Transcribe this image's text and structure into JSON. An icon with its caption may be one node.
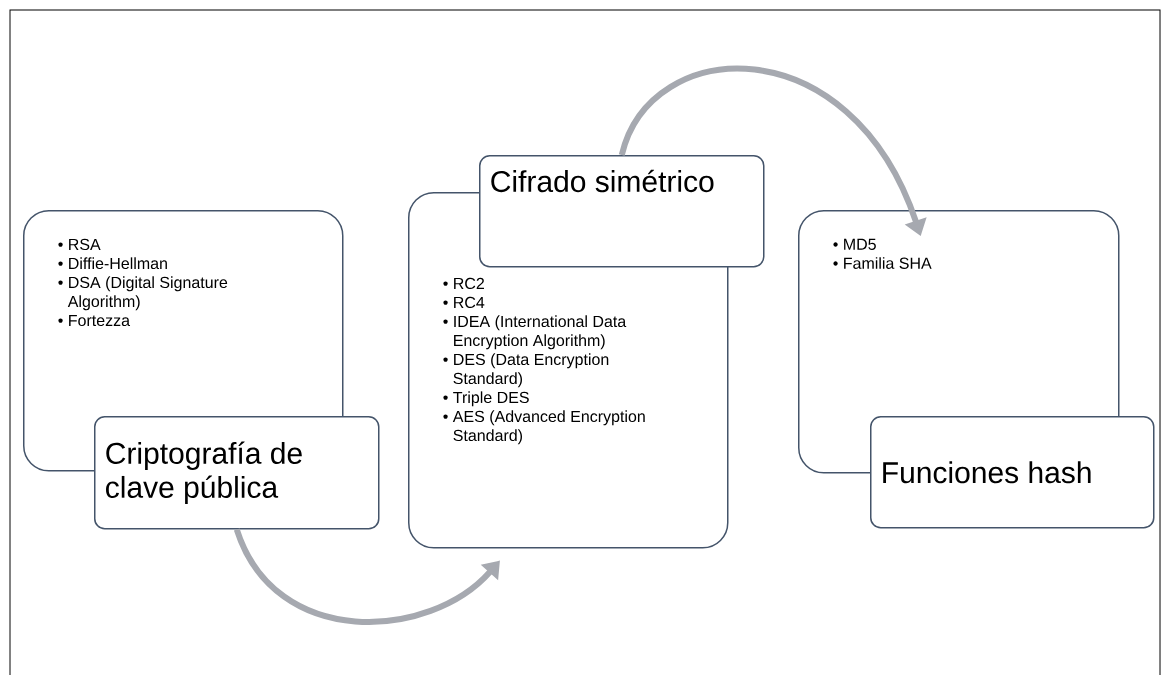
{
  "diagram": {
    "nodes": [
      {
        "text": [
          "• RSA",
          "• Diffie-Hellman",
          "• DSA (Digital Signature Algorithm)",
          "• Fortezza"
        ]
      },
      {
        "text": [
          "Criptografía de clave pública"
        ]
      },
      {
        "text": [
          "Cifrado simétrico"
        ]
      },
      {
        "text": [
          "• RC2",
          "• RC4",
          "• IDEA (International Data Encryption Algorithm)",
          "• DES (Data Encryption Standard)",
          "• Triple DES",
          "• AES (Advanced Encryption Standard)"
        ]
      },
      {
        "text": [
          "• MD5",
          "• Familia SHA"
        ]
      },
      {
        "text": [
          "Funciones hash"
        ]
      }
    ],
    "edges": [
      {
        "from": 1,
        "to": 3,
        "arrow": "to"
      },
      {
        "from": 2,
        "to": 4,
        "arrow": "to"
      }
    ]
  }
}
